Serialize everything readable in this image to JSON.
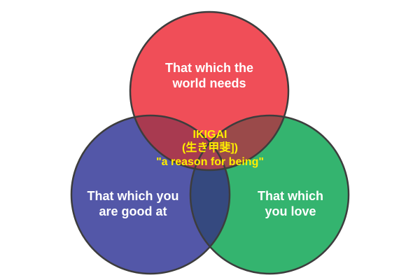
{
  "colors": {
    "red": "#f04e58",
    "blue": "#5357a8",
    "green": "#34b46f",
    "red_blue_overlap": "#a83a50",
    "red_green_overlap": "#9a4a4a",
    "blue_green_overlap": "#35497f",
    "center_overlap": "#a54053",
    "outline": "#3d3d3d",
    "circle_text": "#ffffff",
    "center_text": "#ffee00"
  },
  "circles": {
    "top": {
      "line1": "That which the",
      "line2": "world needs"
    },
    "left": {
      "line1": "That which you",
      "line2": "are good at"
    },
    "right": {
      "line1": "That which",
      "line2": "you love"
    }
  },
  "center": {
    "line1": "IKIGAI",
    "line2": "(生き甲斐])",
    "line3": "\"a reason for being\""
  }
}
